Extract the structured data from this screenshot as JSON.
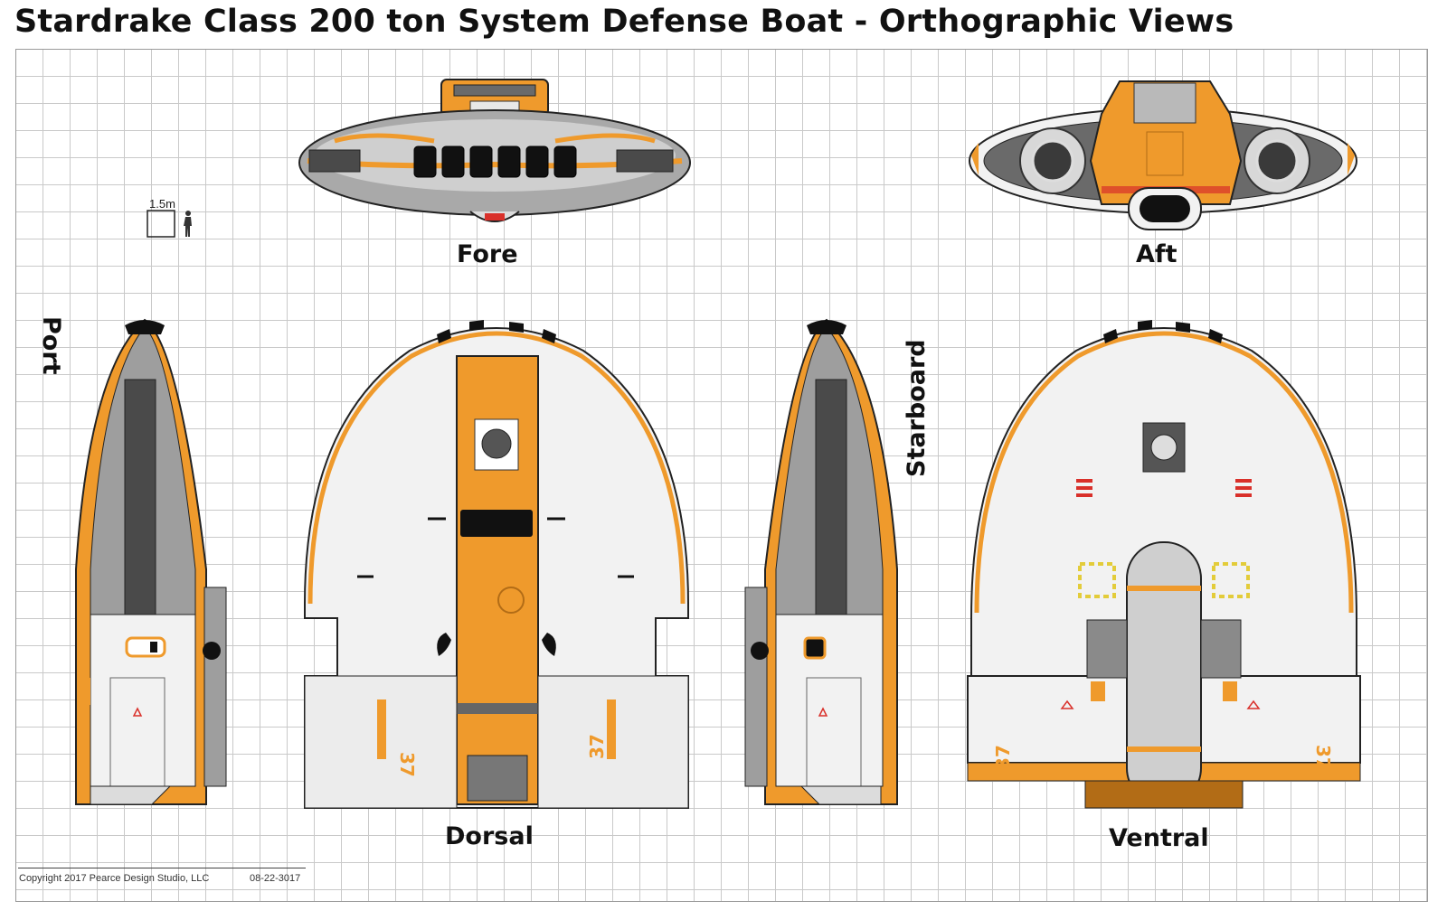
{
  "title": "Stardrake Class 200 ton System Defense Boat - Orthographic Views",
  "views": {
    "fore": "Fore",
    "aft": "Aft",
    "port": "Port",
    "starboard": "Starboard",
    "dorsal": "Dorsal",
    "ventral": "Ventral"
  },
  "scale": {
    "label": "1.5m"
  },
  "hull_markings": {
    "number": "37"
  },
  "footer": {
    "copyright": "Copyright 2017 Pearce Design Studio, LLC",
    "date": "08-22-3017"
  },
  "colors": {
    "hull_orange": "#ef9a2c",
    "hull_white": "#f2f2f2",
    "hull_gray": "#9e9e9e",
    "dark_gray": "#5a5a5a",
    "window_black": "#111111",
    "warning_red": "#d9302a",
    "hazard_yellow": "#e3cc3a",
    "grid_line": "#c9c9c9"
  }
}
